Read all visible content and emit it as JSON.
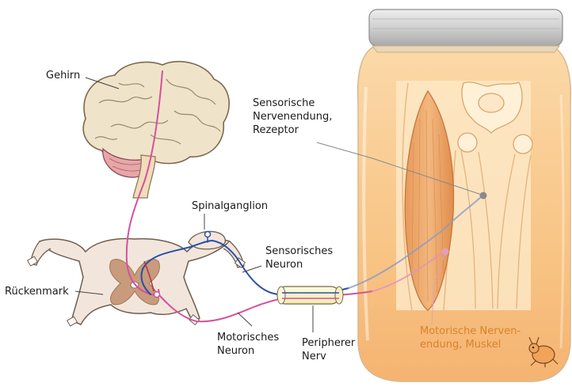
{
  "labels": {
    "brain": "Gehirn",
    "spinal_ganglion": "Spinalganglion",
    "sensory_ending": "Sensorische\nNervenendung,\nRezeptor",
    "sensory_neuron": "Sensorisches\nNeuron",
    "spinal_cord": "Rückenmark",
    "motor_neuron": "Motorisches\nNeuron",
    "peripheral_nerve": "Peripherer\nNerv",
    "motor_ending": "Motorische Nerven-\nendung, Muskel"
  },
  "colors": {
    "sensory_path": "#2b4fa8",
    "motor_path": "#d6519a",
    "brain_fill": "#efe4c9",
    "brain_stroke": "#7a6a4f",
    "cord_fill": "#f2e6dc",
    "grey_matter": "#c79b7c",
    "jar_fluid": "#f8c27f",
    "accent_orange": "#d9822b"
  },
  "icons": {
    "mascot": "beetle-mascot-icon"
  }
}
